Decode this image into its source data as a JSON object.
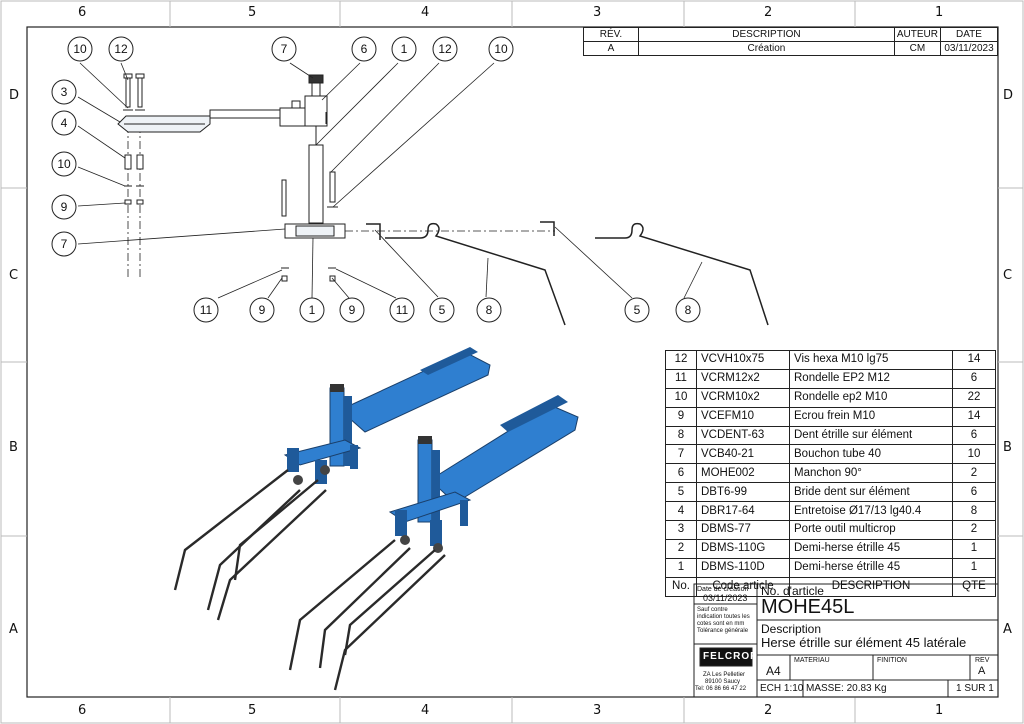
{
  "zones": {
    "columns": [
      "6",
      "5",
      "4",
      "3",
      "2",
      "1"
    ],
    "rows": [
      "D",
      "C",
      "B",
      "A"
    ]
  },
  "revision_table": {
    "headers": [
      "RÉV.",
      "DESCRIPTION",
      "AUTEUR",
      "DATE"
    ],
    "row": [
      "A",
      "Création",
      "CM",
      "03/11/2023"
    ]
  },
  "callouts": {
    "c1": "10",
    "c2": "12",
    "c3": "3",
    "c4": "4",
    "c5": "10",
    "c6": "9",
    "c7": "7",
    "c8": "7",
    "c9": "6",
    "c10": "1",
    "c11": "12",
    "c12": "10",
    "c13": "11",
    "c14": "9",
    "c15": "1",
    "c16": "9",
    "c17": "11",
    "c18": "5",
    "c19": "8",
    "c20": "5",
    "c21": "8"
  },
  "bom": {
    "rows": [
      [
        "12",
        "VCVH10x75",
        "Vis hexa M10 lg75",
        "14"
      ],
      [
        "11",
        "VCRM12x2",
        "Rondelle EP2 M12",
        "6"
      ],
      [
        "10",
        "VCRM10x2",
        "Rondelle ep2 M10",
        "22"
      ],
      [
        "9",
        "VCEFM10",
        "Ecrou frein M10",
        "14"
      ],
      [
        "8",
        "VCDENT-63",
        "Dent étrille sur élément",
        "6"
      ],
      [
        "7",
        "VCB40-21",
        "Bouchon tube 40",
        "10"
      ],
      [
        "6",
        "MOHE002",
        "Manchon 90°",
        "2"
      ],
      [
        "5",
        "DBT6-99",
        "Bride dent sur élément",
        "6"
      ],
      [
        "4",
        "DBR17-64",
        "Entretoise Ø17/13 lg40.4",
        "8"
      ],
      [
        "3",
        "DBMS-77",
        "Porte outil multicrop",
        "2"
      ],
      [
        "2",
        "DBMS-110G",
        "Demi-herse étrille 45",
        "1"
      ],
      [
        "1",
        "DBMS-110D",
        "Demi-herse étrille 45",
        "1"
      ]
    ],
    "headers": [
      "No.",
      "Code article",
      "DESCRIPTION",
      "QTE"
    ]
  },
  "title_block": {
    "date_label": "Date de création",
    "date_value": "03/11/2023",
    "tolerance_1": "Sauf contre",
    "tolerance_2": "indication toutes les",
    "tolerance_3": "cotes sont en mm",
    "tolerance_4": "Tolérance générale",
    "article_label": "No. d'article",
    "article_value": "MOHE45L",
    "description_label": "Description",
    "description_value": "Herse étrille sur élément 45 latérale",
    "logo_text": "FELCROP",
    "address_1": "ZA Les Pelletier",
    "address_2": "89100 Saucy",
    "address_3": "Tel: 06 86 66 47 22",
    "format": "A4",
    "material_label": "MATERIAU",
    "finish_label": "FINITION",
    "rev_label": "REV",
    "rev_value": "A",
    "scale": "ECH 1:10",
    "mass": "MASSE: 20.83 Kg",
    "sheet": "1 SUR 1"
  },
  "colors": {
    "steel_blue": "#2f7fd0",
    "steel_dark": "#1f5a9a",
    "tine": "#2a2a2a"
  }
}
